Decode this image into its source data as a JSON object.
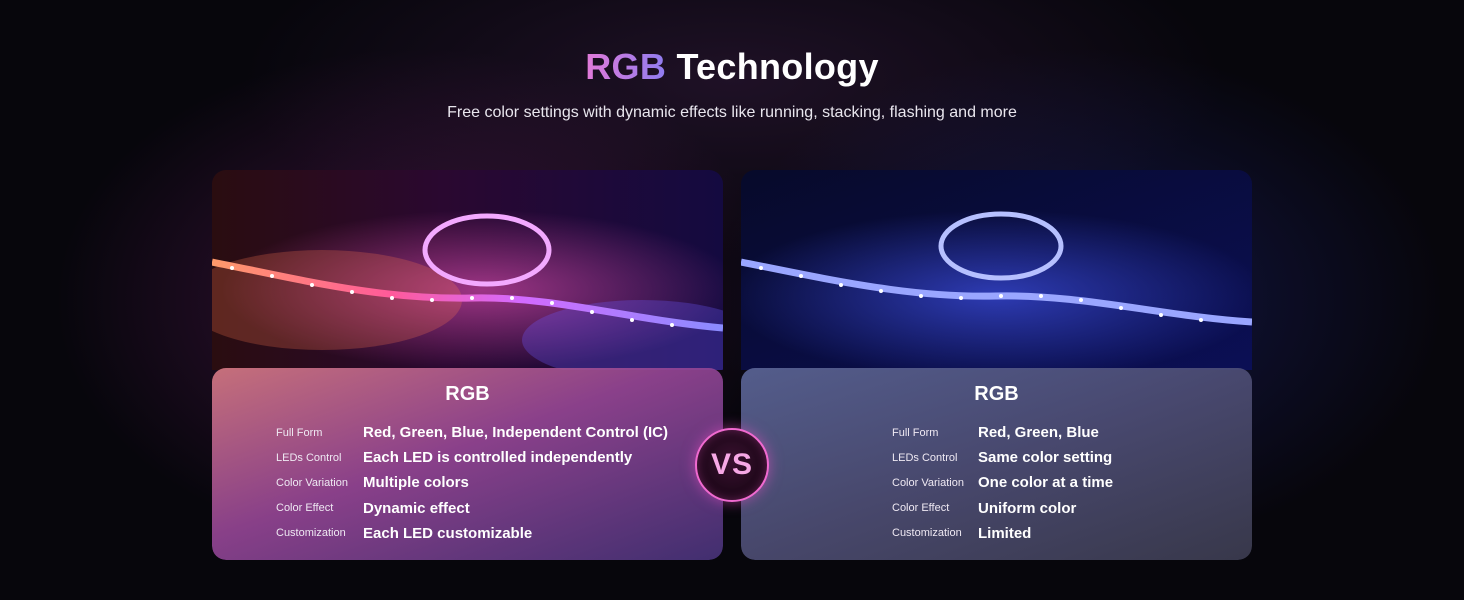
{
  "header": {
    "title_accent": "RGB",
    "title_rest": "Technology",
    "subtitle": "Free color settings with dynamic effects like running, stacking, flashing and more"
  },
  "colors": {
    "accent_pink": "#e27ad8",
    "accent_purple": "#8f7cf0",
    "vs_ring": "#f06ad0"
  },
  "left_card": {
    "heading": "RGB",
    "image": "rgb-ic-led-strip-multicolor",
    "rows": [
      {
        "label": "Full Form",
        "value": "Red, Green, Blue, Independent Control (IC)"
      },
      {
        "label": "LEDs Control",
        "value": "Each LED is controlled independently"
      },
      {
        "label": "Color Variation",
        "value": "Multiple colors"
      },
      {
        "label": "Color Effect",
        "value": "Dynamic effect"
      },
      {
        "label": "Customization",
        "value": "Each LED customizable"
      }
    ]
  },
  "right_card": {
    "heading": "RGB",
    "image": "rgb-led-strip-single-blue",
    "rows": [
      {
        "label": "Full Form",
        "value": "Red, Green, Blue"
      },
      {
        "label": "LEDs Control",
        "value": "Same color setting"
      },
      {
        "label": "Color Variation",
        "value": "One color at a time"
      },
      {
        "label": "Color Effect",
        "value": "Uniform color"
      },
      {
        "label": "Customization",
        "value": "Limited"
      }
    ]
  },
  "vs_badge": {
    "label": "VS"
  }
}
